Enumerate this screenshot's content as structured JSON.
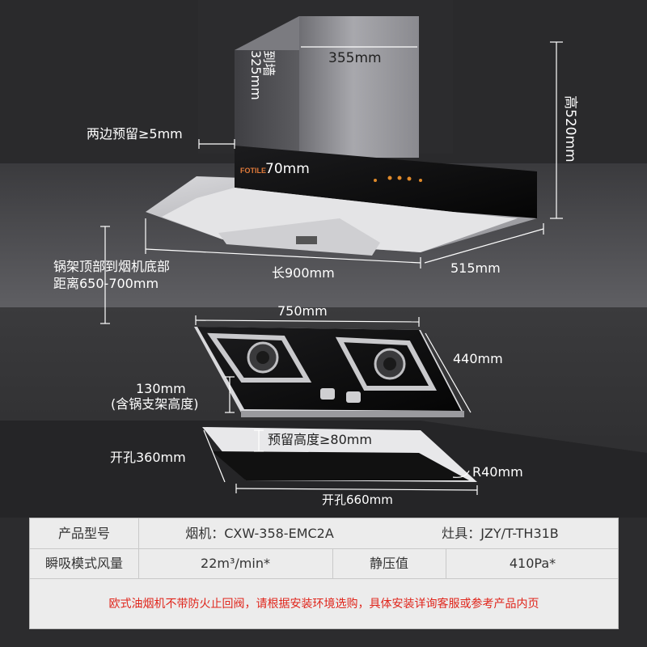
{
  "dimensions": {
    "hood_depth_to_wall": "到墙",
    "hood_depth_value": "325mm",
    "chimney_width": "355mm",
    "hood_height": "高520mm",
    "side_clearance": "两边预留≥5mm",
    "panel_height": "70mm",
    "hood_length": "长900mm",
    "hood_depth": "515mm",
    "pot_to_hood_line1": "锅架顶部到烟机底部",
    "pot_to_hood_line2": "距离650-700mm",
    "stove_width": "750mm",
    "stove_depth": "440mm",
    "stove_height_line1": "130mm",
    "stove_height_line2": "(含锅支架高度)",
    "cutout_clearance": "预留高度≥80mm",
    "cutout_depth": "开孔360mm",
    "corner_radius": "R40mm",
    "cutout_width": "开孔660mm"
  },
  "brand_logo": "FOTILE",
  "spec_table": {
    "row1": {
      "label": "产品型号",
      "hood_model": "烟机：CXW-358-EMC2A",
      "stove_model": "灶具：JZY/T-TH31B"
    },
    "row2": {
      "label": "瞬吸模式风量",
      "airflow": "22m³/min*",
      "pressure_label": "静压值",
      "pressure_value": "410Pa*"
    },
    "notice": "欧式油烟机不带防火止回阀，请根据安装环境选购，具体安装详询客服或参考产品内页"
  },
  "colors": {
    "background": "#2c2c2e",
    "wall": "#5a5a5e",
    "notice_red": "#e0251b",
    "hood_steel": "#9a9aa0",
    "glass_panel": "#0c0c0c"
  }
}
